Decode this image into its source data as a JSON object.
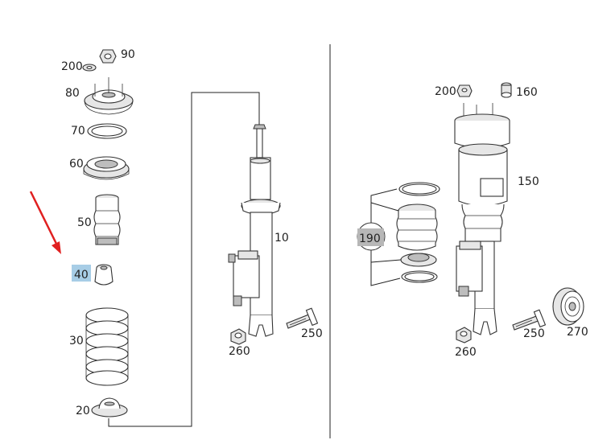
{
  "colors": {
    "highlight_40": "#a7cde6",
    "highlight_190": "#b7b7b7",
    "arrow": "#e02020",
    "ink": "#222222"
  },
  "labels": {
    "p90": "90",
    "p200_left": "200",
    "p80": "80",
    "p70": "70",
    "p60": "60",
    "p50": "50",
    "p40": "40",
    "p30": "30",
    "p20": "20",
    "p10": "10",
    "p250_left": "250",
    "p260_left": "260",
    "p200_right": "200",
    "p160": "160",
    "p150": "150",
    "p190": "190",
    "p250_right": "250",
    "p270": "270",
    "p260_right": "260"
  }
}
